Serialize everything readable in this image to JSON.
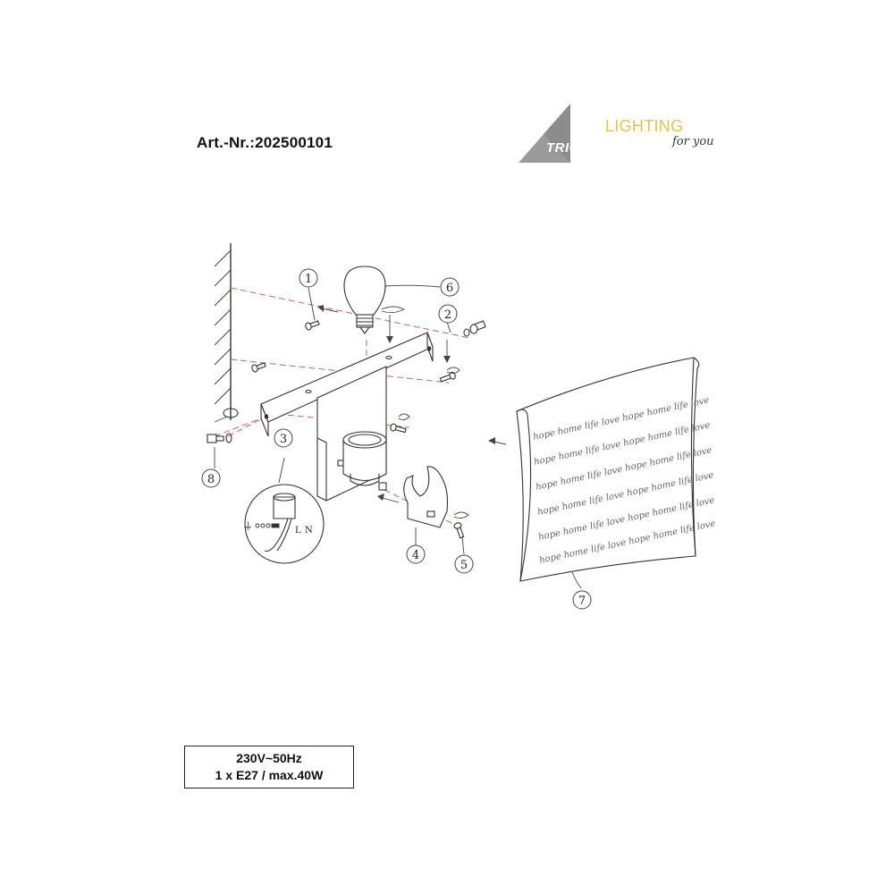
{
  "header": {
    "article_number": "Art.-Nr.:202500101"
  },
  "logo": {
    "brand": "TRIO",
    "product_line": "LIGHTING",
    "tagline": "for you",
    "accent_color": "#e0c640",
    "triangle_color": "#9a9a9a"
  },
  "diagram": {
    "part_numbers": [
      "1",
      "2",
      "3",
      "4",
      "5",
      "6",
      "7",
      "8"
    ],
    "wiring_labels": {
      "neutral": "N",
      "live": "L",
      "earth": "⏚"
    },
    "shade_text": "hope home life love hope home life love"
  },
  "specs": {
    "voltage": "230V~50Hz",
    "bulb": "1 x E27 / max.40W"
  },
  "colors": {
    "guide_line": "#d06060",
    "line_art": "#333333"
  }
}
